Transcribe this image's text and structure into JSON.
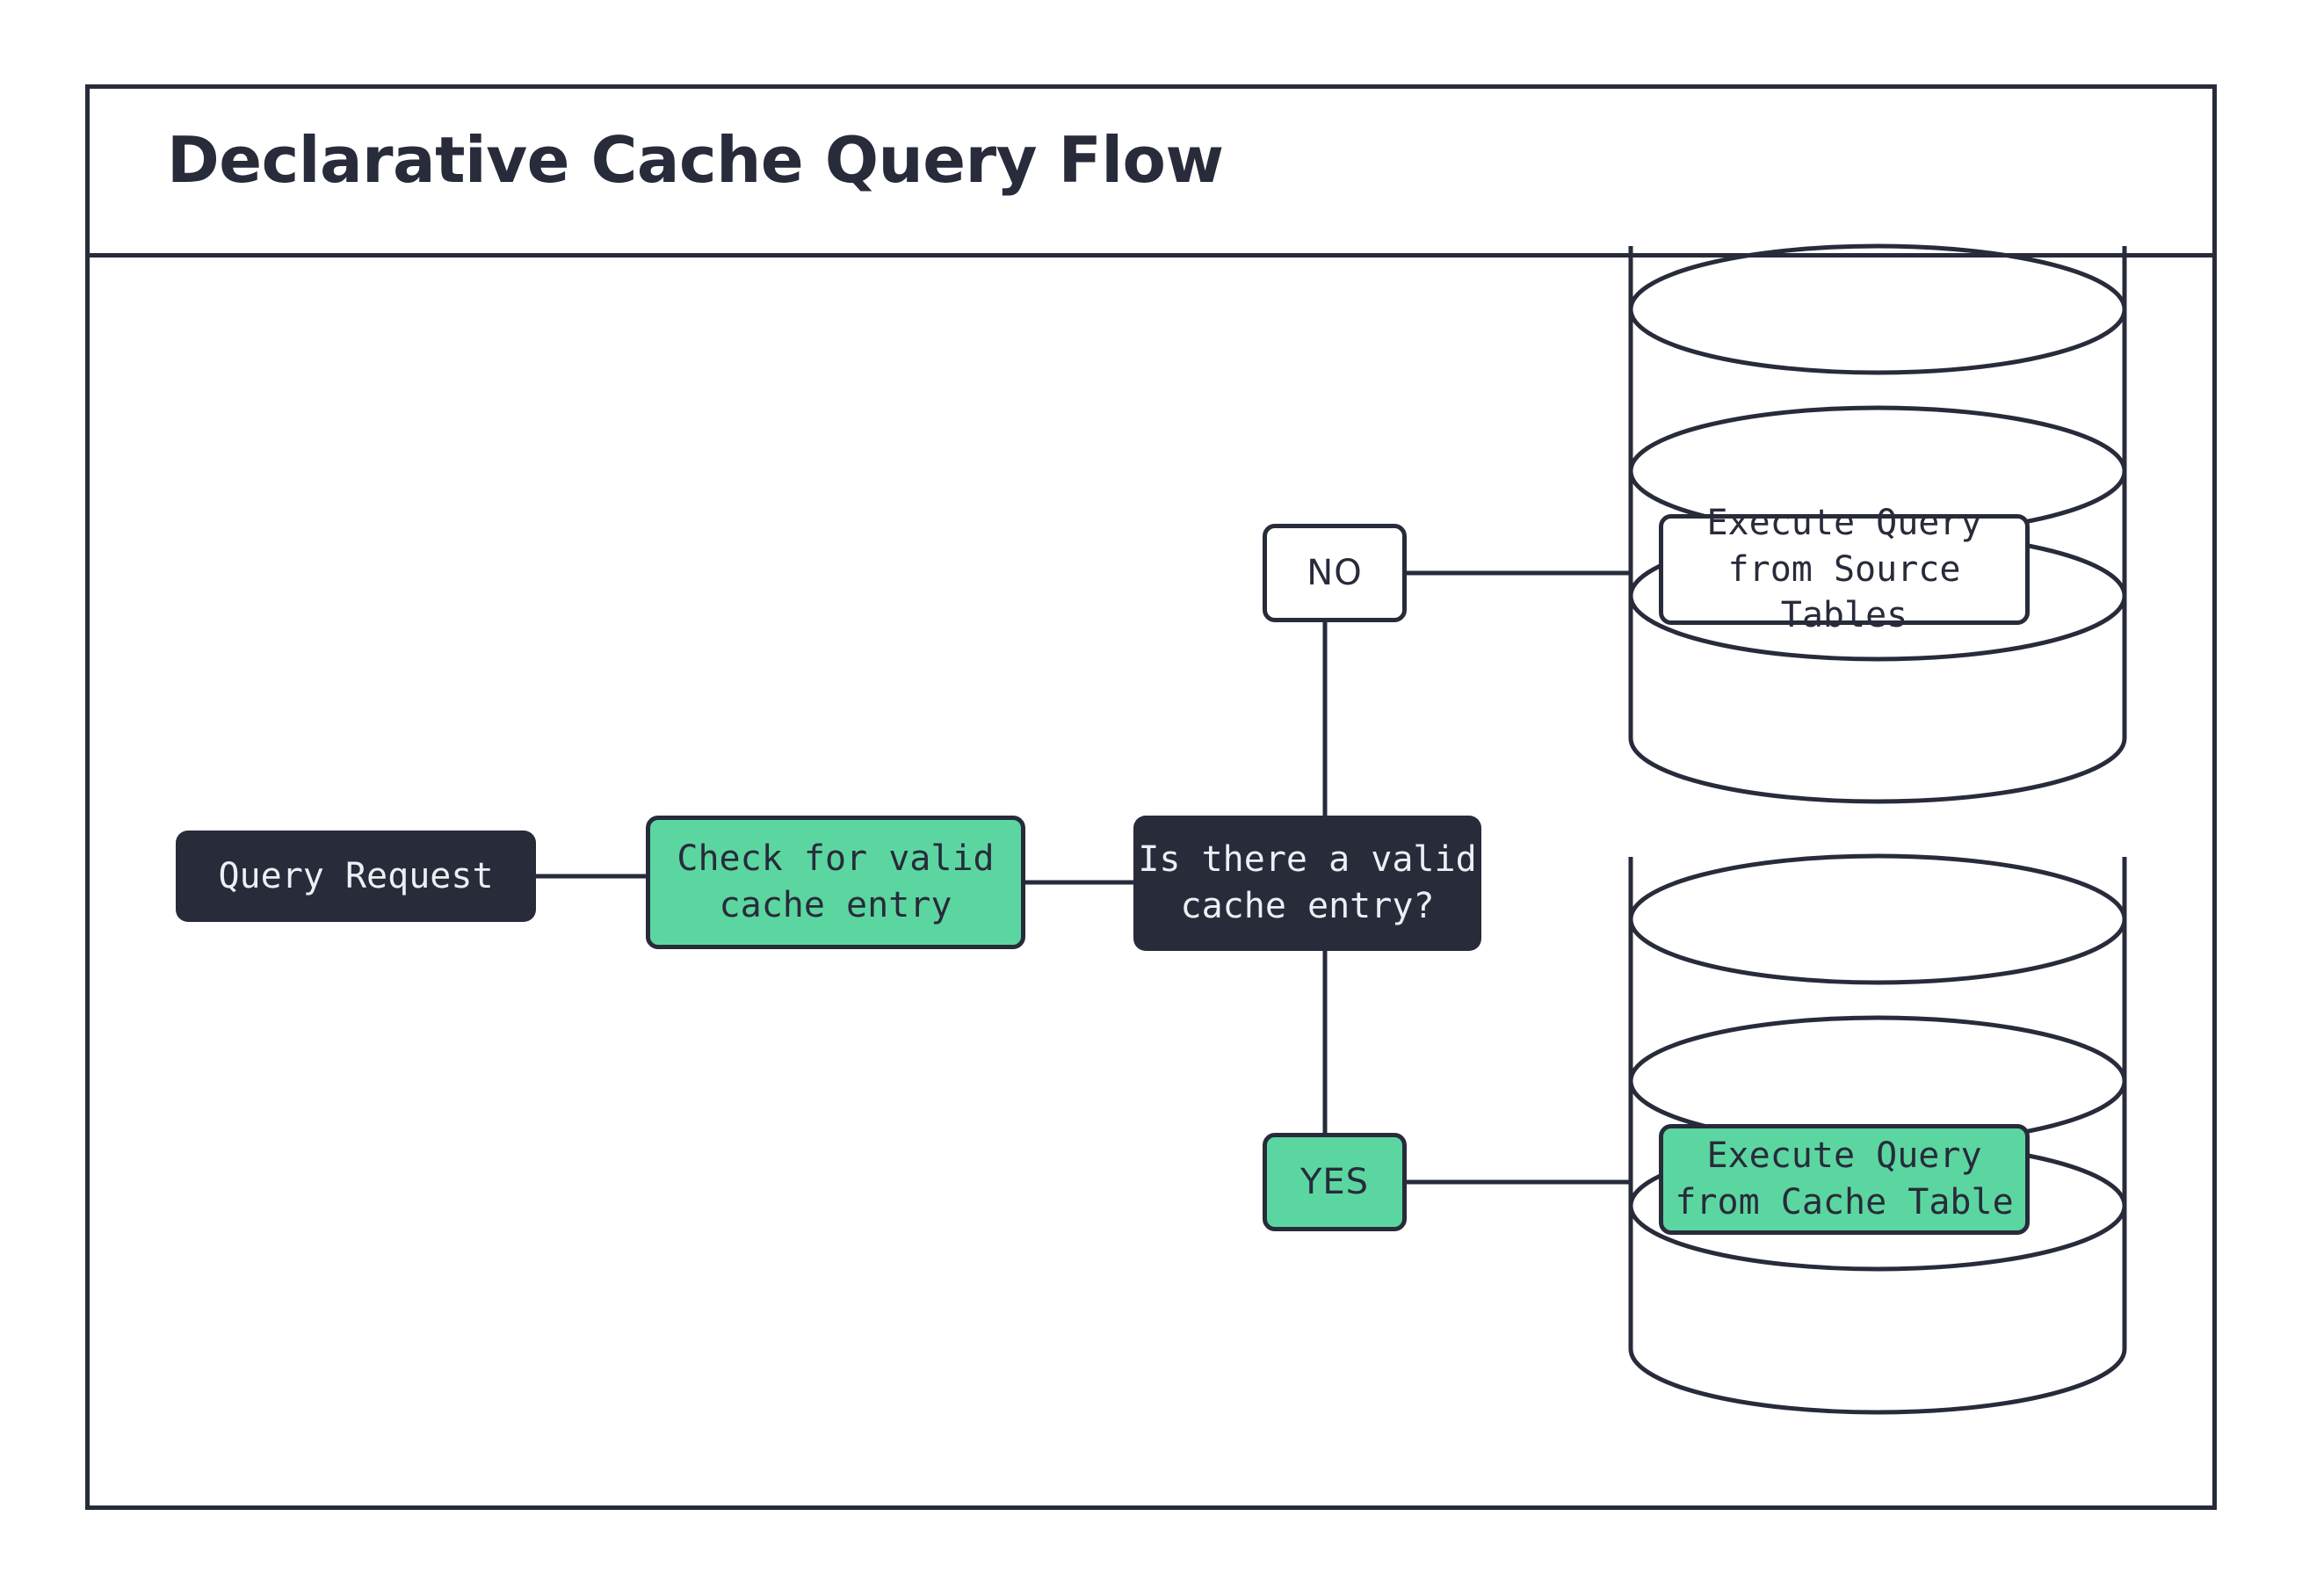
{
  "diagram": {
    "title": "Declarative Cache Query Flow",
    "type": "flowchart",
    "colors": {
      "stroke": "#272b3a",
      "dark_fill": "#272b3a",
      "dark_text": "#eceff4",
      "accent_green": "#5cd6a0",
      "background": "#ffffff"
    },
    "nodes": [
      {
        "id": "query-request",
        "label": "Query Request",
        "shape": "rounded-rect",
        "style": "dark"
      },
      {
        "id": "check-cache",
        "label": "Check for valid\ncache entry",
        "shape": "rounded-rect",
        "style": "green"
      },
      {
        "id": "decision",
        "label": "Is there a valid\ncache entry?",
        "shape": "rounded-rect",
        "style": "dark"
      },
      {
        "id": "execute-source",
        "label": "Execute Query\nfrom Source Tables",
        "shape": "database-cylinder",
        "style": "white"
      },
      {
        "id": "execute-cache",
        "label": "Execute Query\nfrom Cache Table",
        "shape": "database-cylinder",
        "style": "green"
      }
    ],
    "branches": [
      {
        "id": "no",
        "label": "NO",
        "style": "white"
      },
      {
        "id": "yes",
        "label": "YES",
        "style": "green"
      }
    ],
    "edges": [
      {
        "from": "query-request",
        "to": "check-cache",
        "label": ""
      },
      {
        "from": "check-cache",
        "to": "decision",
        "label": ""
      },
      {
        "from": "decision",
        "to": "execute-source",
        "label": "NO"
      },
      {
        "from": "decision",
        "to": "execute-cache",
        "label": "YES"
      }
    ]
  }
}
